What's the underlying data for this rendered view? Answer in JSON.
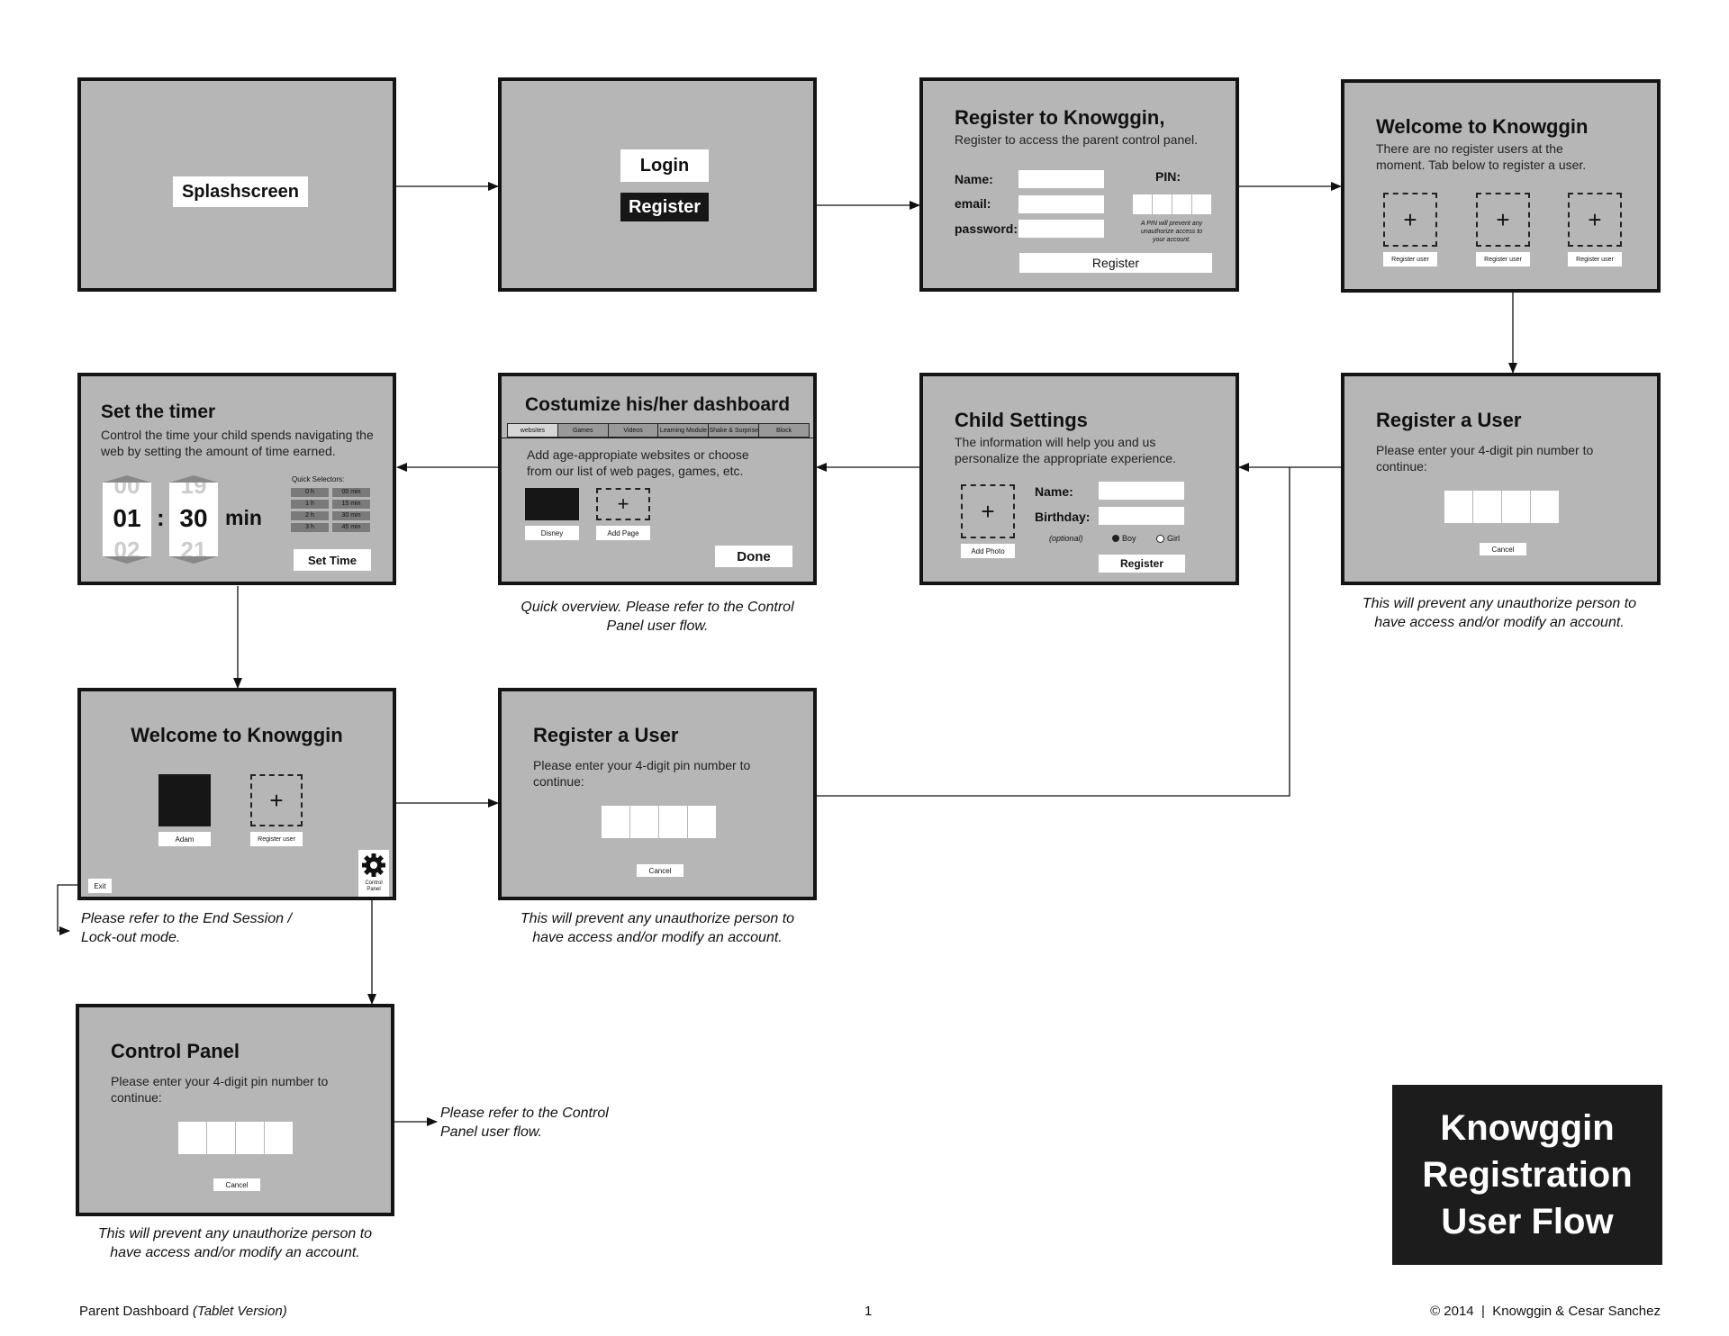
{
  "screens": {
    "splash": {
      "label": "Splashscreen"
    },
    "login": {
      "login_label": "Login",
      "register_label": "Register"
    },
    "register_form": {
      "title": "Register to Knowggin,",
      "subtitle": "Register to access the parent control panel.",
      "name_label": "Name:",
      "email_label": "email:",
      "password_label": "password:",
      "pin_label": "PIN:",
      "pin_note": "A PIN will prevent any unauthorize access to your account.",
      "submit_label": "Register"
    },
    "welcome_empty": {
      "title": "Welcome to Knowggin",
      "subtitle": "There are no register users at the moment. Tab below to register a user.",
      "slots": [
        "Register user",
        "Register user",
        "Register user"
      ]
    },
    "register_user_1": {
      "title": "Register a User",
      "subtitle": "Please enter your 4-digit pin number to continue:",
      "cancel_label": "Cancel"
    },
    "child_settings": {
      "title": "Child Settings",
      "subtitle": "The information will help you and us personalize the appropriate experience.",
      "add_photo_label": "Add Photo",
      "name_label": "Name:",
      "birthday_label": "Birthday:",
      "optional_label": "(optional)",
      "boy_label": "Boy",
      "girl_label": "Girl",
      "submit_label": "Register"
    },
    "dashboard": {
      "title": "Costumize his/her dashboard",
      "tabs": [
        "websites",
        "Games",
        "Videos",
        "Learning Module",
        "Shake & Surprise",
        "Block"
      ],
      "body": "Add age-appropiate websites or choose from our list of web pages, games, etc.",
      "tile_disney": "Disney",
      "tile_add": "Add Page",
      "done_label": "Done"
    },
    "timer": {
      "title": "Set the timer",
      "subtitle": "Control the time your child spends navigating the web by setting the amount of time earned.",
      "hour_prev": "00",
      "hour": "01",
      "hour_next": "02",
      "minute_prev": "19",
      "minute": "30",
      "minute_next": "21",
      "colon": ":",
      "unit": "min",
      "quick_label": "Quick Selectors:",
      "quick": [
        [
          "0 h",
          "00 min"
        ],
        [
          "1 h",
          "15 min"
        ],
        [
          "2 h",
          "30 min"
        ],
        [
          "3 h",
          "45 min"
        ]
      ],
      "set_label": "Set Time"
    },
    "welcome_users": {
      "title": "Welcome to Knowggin",
      "user_label": "Adam",
      "register_label": "Register user",
      "exit_label": "Exit",
      "control_label": "Control Panel"
    },
    "register_user_2": {
      "title": "Register a User",
      "subtitle": "Please enter your 4-digit pin number to continue:",
      "cancel_label": "Cancel"
    },
    "control_panel": {
      "title": "Control Panel",
      "subtitle": "Please enter your 4-digit pin number to continue:",
      "cancel_label": "Cancel"
    }
  },
  "notes": {
    "register_user_1": "This will prevent any unauthorize person to have access and/or modify an account.",
    "dashboard": "Quick overview. Please refer to the Control Panel user flow.",
    "end_session": "Please refer to the End Session / Lock-out mode.",
    "register_user_2": "This will prevent any unauthorize person to have access and/or modify an account.",
    "control_panel_ref": "Please refer to the Control Panel user flow.",
    "control_panel": "This will prevent any unauthorize person to have access and/or modify an account."
  },
  "title_block": {
    "line1": "Knowggin",
    "line2": "Registration",
    "line3": "User Flow"
  },
  "footer": {
    "left": "Parent Dashboard",
    "left_italic": "(Tablet Version)",
    "page": "1",
    "right": "© 2014  |  Knowggin & Cesar Sanchez"
  },
  "colors": {
    "frame_fill": "#b6b6b6",
    "frame_border": "#141414",
    "title_block": "#1c1c1c"
  }
}
